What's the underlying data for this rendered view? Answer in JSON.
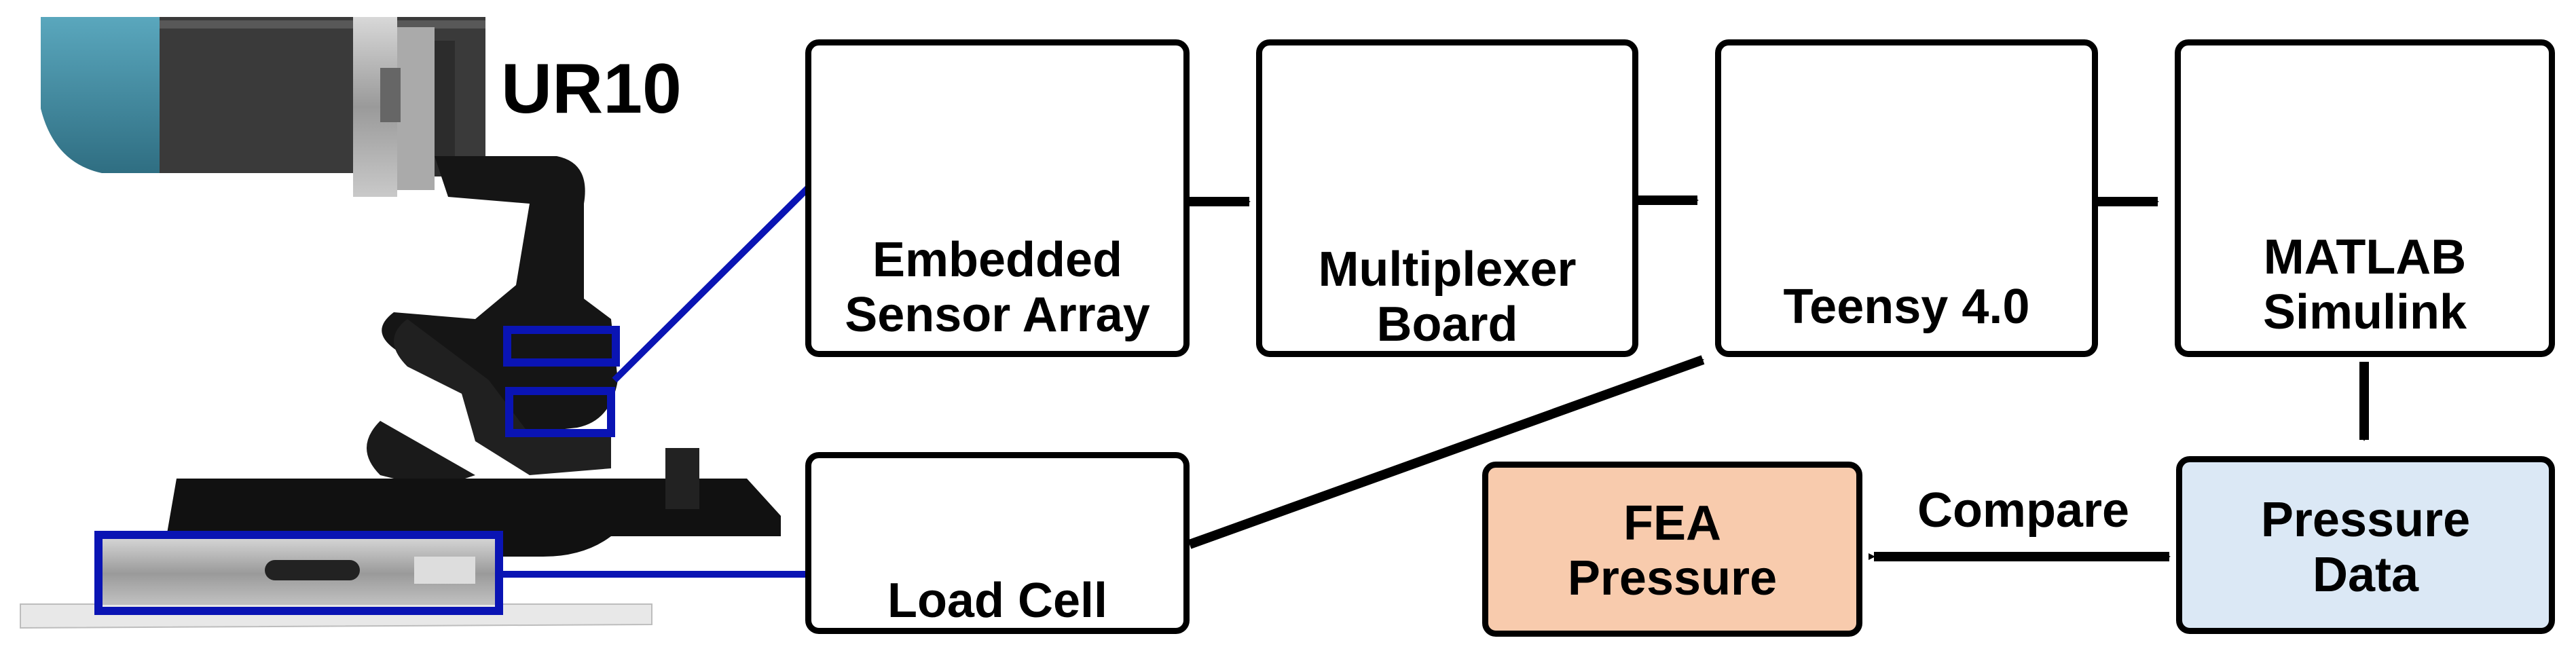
{
  "robot": {
    "label": "UR10"
  },
  "nodes": {
    "sensor_array": {
      "line1": "Embedded",
      "line2": "Sensor Array"
    },
    "multiplexer": {
      "line1": "Multiplexer",
      "line2": "Board"
    },
    "teensy": {
      "label": "Teensy 4.0"
    },
    "matlab": {
      "line1": "MATLAB",
      "line2": "Simulink"
    },
    "load_cell": {
      "label": "Load Cell"
    },
    "pressure_data": {
      "line1": "Pressure",
      "line2": "Data"
    },
    "fea_pressure": {
      "line1": "FEA",
      "line2": "Pressure"
    }
  },
  "edges": {
    "compare_label": "Compare"
  },
  "colors": {
    "highlight_blue": "#0a14b4",
    "fea_fill": "#f8cbad",
    "pressure_fill": "#dbe8f5",
    "pcb_green": "#1f7a2e",
    "teensy_green": "#0f8a3e"
  }
}
